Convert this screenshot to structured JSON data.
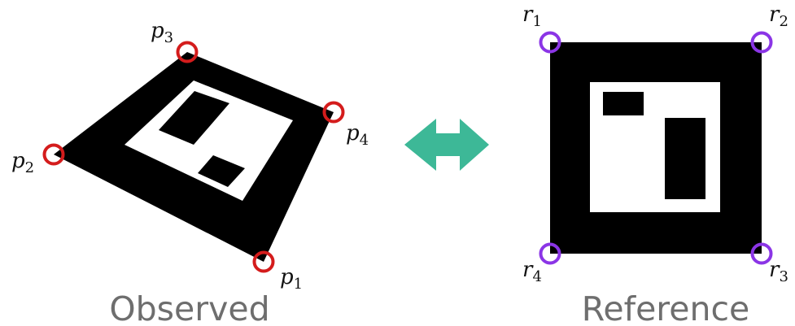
{
  "observed": {
    "caption": "Observed",
    "points": [
      {
        "letter": "p",
        "index": "1"
      },
      {
        "letter": "p",
        "index": "2"
      },
      {
        "letter": "p",
        "index": "3"
      },
      {
        "letter": "p",
        "index": "4"
      }
    ]
  },
  "reference": {
    "caption": "Reference",
    "points": [
      {
        "letter": "r",
        "index": "1"
      },
      {
        "letter": "r",
        "index": "2"
      },
      {
        "letter": "r",
        "index": "3"
      },
      {
        "letter": "r",
        "index": "4"
      }
    ]
  },
  "connector": {
    "icon": "double-arrow-icon",
    "color": "#3db897"
  },
  "colors": {
    "observed_ring": "#d41c1c",
    "reference_ring": "#8b35e6",
    "marker": "#000000",
    "caption": "#6e6e6e"
  }
}
